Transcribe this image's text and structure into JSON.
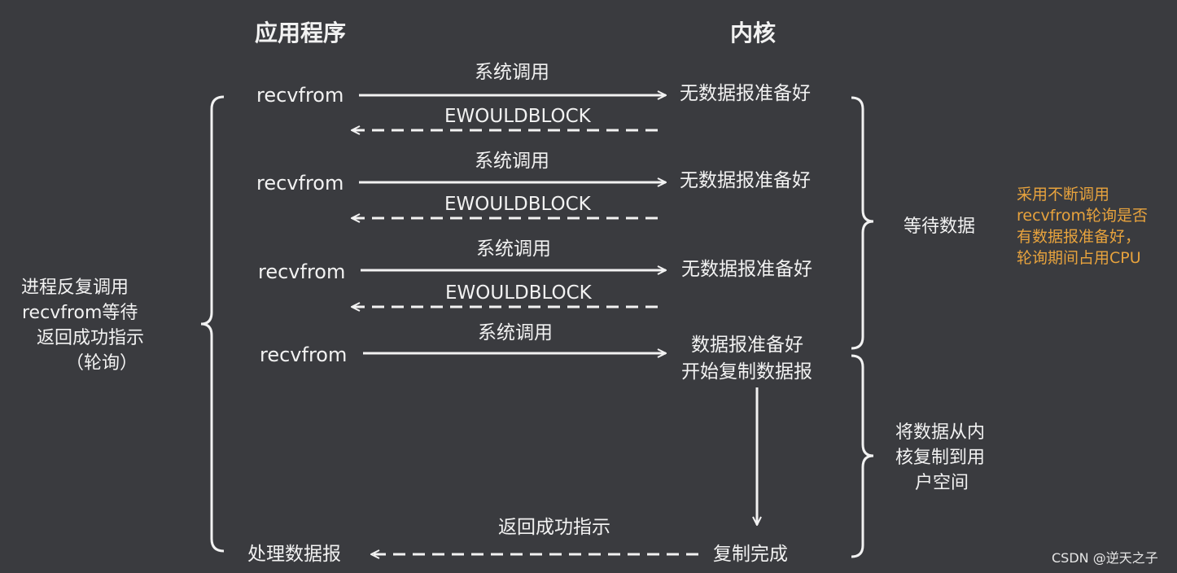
{
  "headers": {
    "app": "应用程序",
    "kernel": "内核"
  },
  "rows": [
    {
      "call": "recvfrom",
      "syscall": "系统调用",
      "kernel_state": "无数据报准备好",
      "error_return": "EWOULDBLOCK"
    },
    {
      "call": "recvfrom",
      "syscall": "系统调用",
      "kernel_state": "无数据报准备好",
      "error_return": "EWOULDBLOCK"
    },
    {
      "call": "recvfrom",
      "syscall": "系统调用",
      "kernel_state": "无数据报准备好",
      "error_return": "EWOULDBLOCK"
    },
    {
      "call": "recvfrom",
      "syscall": "系统调用",
      "kernel_state_line1": "数据报准备好",
      "kernel_state_line2": "开始复制数据报"
    }
  ],
  "final": {
    "app_label": "处理数据报",
    "return_label": "返回成功指示",
    "kernel_label": "复制完成"
  },
  "left_brace": {
    "line1": "进程反复调用",
    "line2": "recvfrom等待",
    "line3": "返回成功指示",
    "line4": "（轮询）"
  },
  "right_brace_wait": {
    "label": "等待数据"
  },
  "right_brace_copy": {
    "line1": "将数据从内",
    "line2": "核复制到用",
    "line3": "户空间"
  },
  "note": {
    "line1": "采用不断调用",
    "line2": "recvfrom轮询是否",
    "line3": "有数据报准备好，",
    "line4": "轮询期间占用CPU",
    "color": "#e8a33d"
  },
  "watermark": "CSDN @逆天之子",
  "colors": {
    "background": "#3a3b3f",
    "foreground": "#f2f2f2"
  }
}
